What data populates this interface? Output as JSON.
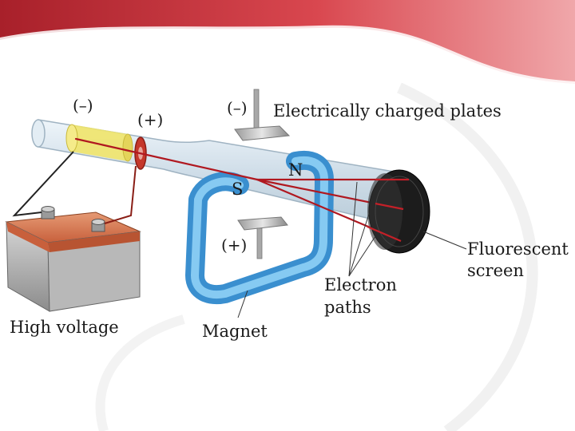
{
  "labels": {
    "cathode_sign": "(–)",
    "anode_sign": "(+)",
    "top_plate_sign": "(–)",
    "charged_plates": "Electrically charged plates",
    "north_pole": "N",
    "south_pole": "S",
    "bottom_plate_sign": "(+)",
    "fluorescent_screen_line1": "Fluorescent",
    "fluorescent_screen_line2": "screen",
    "electron_paths_line1": "Electron",
    "electron_paths_line2": "paths",
    "high_voltage": "High voltage",
    "magnet": "Magnet"
  },
  "colors": {
    "banner": "#d9474f",
    "glass_tube": "#dbe8f0",
    "cathode": "#f0e46a",
    "anode": "#c5372b",
    "beam": "#b01820",
    "magnet": "#4aa6e0",
    "battery": "#c96a45",
    "screen": "#1a1a1a"
  }
}
